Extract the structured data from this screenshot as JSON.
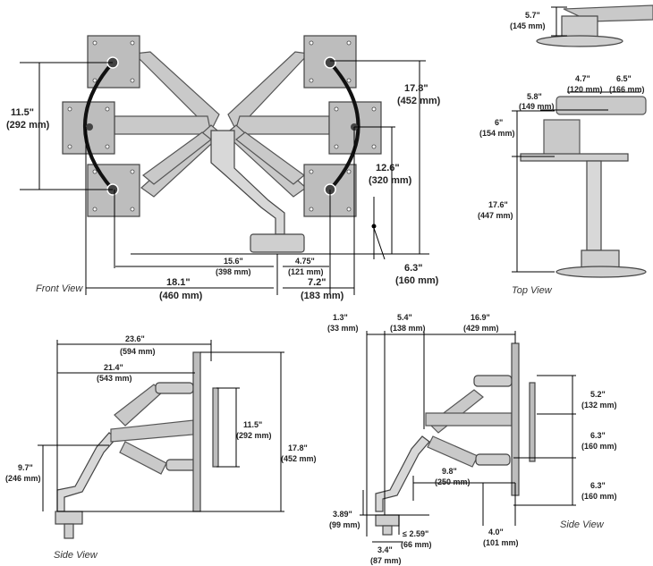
{
  "views": {
    "front": "Front View",
    "top": "Top View",
    "side_left": "Side View",
    "side_right": "Side View"
  },
  "dimensions": {
    "front_115_in": "11.5\"",
    "front_115_mm": "(292 mm)",
    "front_178_in": "17.8\"",
    "front_178_mm": "(452 mm)",
    "front_126_in": "12.6\"",
    "front_126_mm": "(320 mm)",
    "front_63_in": "6.3\"",
    "front_63_mm": "(160 mm)",
    "front_156_in": "15.6\"",
    "front_156_mm": "(398 mm)",
    "front_475_in": "4.75\"",
    "front_475_mm": "(121 mm)",
    "front_181_in": "18.1\"",
    "front_181_mm": "(460 mm)",
    "front_72_in": "7.2\"",
    "front_72_mm": "(183 mm)",
    "top_57_in": "5.7\"",
    "top_57_mm": "(145 mm)",
    "top_47_in": "4.7\"",
    "top_47_mm": "(120 mm)",
    "top_65_in": "6.5\"",
    "top_65_mm": "(166 mm)",
    "top_58_in": "5.8\"",
    "top_58_mm": "(149 mm)",
    "top_6_in": "6\"",
    "top_6_mm": "(154 mm)",
    "top_176_in": "17.6\"",
    "top_176_mm": "(447 mm)",
    "sl_236_in": "23.6\"",
    "sl_236_mm": "(594 mm)",
    "sl_214_in": "21.4\"",
    "sl_214_mm": "(543 mm)",
    "sl_115_in": "11.5\"",
    "sl_115_mm": "(292 mm)",
    "sl_178_in": "17.8\"",
    "sl_178_mm": "(452 mm)",
    "sl_97_in": "9.7\"",
    "sl_97_mm": "(246 mm)",
    "sr_13_in": "1.3\"",
    "sr_13_mm": "(33 mm)",
    "sr_54_in": "5.4\"",
    "sr_54_mm": "(138 mm)",
    "sr_169_in": "16.9\"",
    "sr_169_mm": "(429 mm)",
    "sr_52_in": "5.2\"",
    "sr_52_mm": "(132 mm)",
    "sr_63a_in": "6.3\"",
    "sr_63a_mm": "(160 mm)",
    "sr_63b_in": "6.3\"",
    "sr_63b_mm": "(160 mm)",
    "sr_98_in": "9.8\"",
    "sr_98_mm": "(250 mm)",
    "sr_40_in": "4.0\"",
    "sr_40_mm": "(101 mm)",
    "sr_389_in": "3.89\"",
    "sr_389_mm": "(99 mm)",
    "sr_259_in": "≤ 2.59\"",
    "sr_259_mm": "(66 mm)",
    "sr_34_in": "3.4\"",
    "sr_34_mm": "(87 mm)"
  }
}
